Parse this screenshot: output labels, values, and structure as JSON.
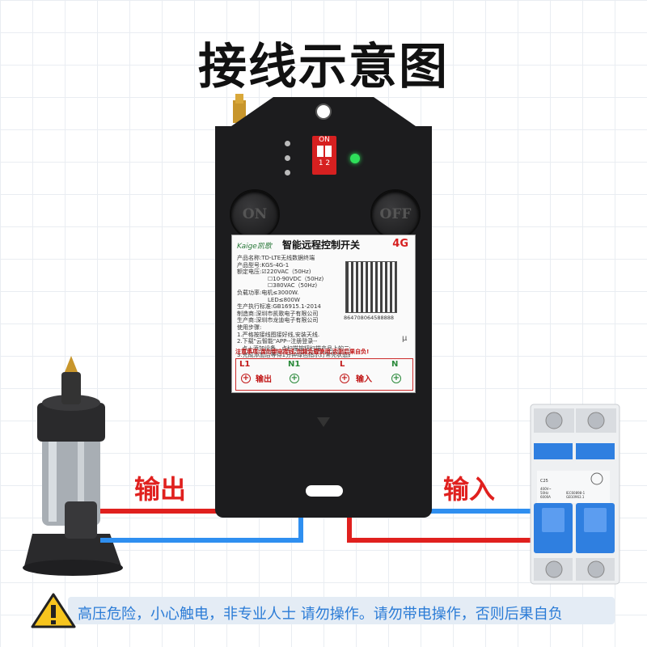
{
  "title": "接线示意图",
  "device": {
    "on_label": "ON",
    "off_label": "OFF",
    "dip_label": "ON",
    "dip_numbers": "1 2"
  },
  "label": {
    "brand": "Kaige凯歌",
    "title": "智能远程控制开关",
    "badge": "4G",
    "specs": [
      "产品名称:TD-LTE无线数据终端",
      "产品型号:KGS-4G-1",
      "额定电压:☑220VAC（50Hz)",
      "☐10-90VDC（50Hz)",
      "☐380VAC（50Hz)",
      "负载功率:电机≤3000W.",
      "LED≤800W",
      "生产执行标准:GB16915.1-2014",
      "制造商:深圳市凯歌电子有限公司",
      "生产商:深圳市龙迪电子有限公司",
      "使用步骤:",
      "1.严格按接线图接好线,安装天线.",
      "2.下载\"云智能\"APP--注册登录--",
      "点＋添加设备，点扫描按钮扫描产品上的二维码.",
      "3.完成添加后等待1分钟绿色指示灯常亮状态即可."
    ],
    "qr_id": "864708064588888",
    "mu": "μ",
    "warning": "注意事项:请勿带电接线,勿超负载使用,否则后果自负!",
    "terminals": {
      "l1": "L1",
      "n1": "N1",
      "out": "输出",
      "l": "L",
      "n": "N",
      "in": "输入"
    }
  },
  "labels": {
    "output": "输出",
    "input": "输入"
  },
  "breaker": {
    "rating_text": "C25",
    "spec_lines": [
      "400V~",
      "50Hz",
      "6000A",
      "IEC60898-1",
      "GB10963.1"
    ]
  },
  "warning_bar": {
    "text": "高压危险，小心触电，非专业人士 请勿操作。请勿带电操作，否则后果自负"
  },
  "colors": {
    "wire_red": "#e0201e",
    "wire_blue": "#2f8ff0",
    "device": "#1c1c1e",
    "warning_text": "#2a7bd6",
    "breaker_blue": "#2f7fe0"
  }
}
